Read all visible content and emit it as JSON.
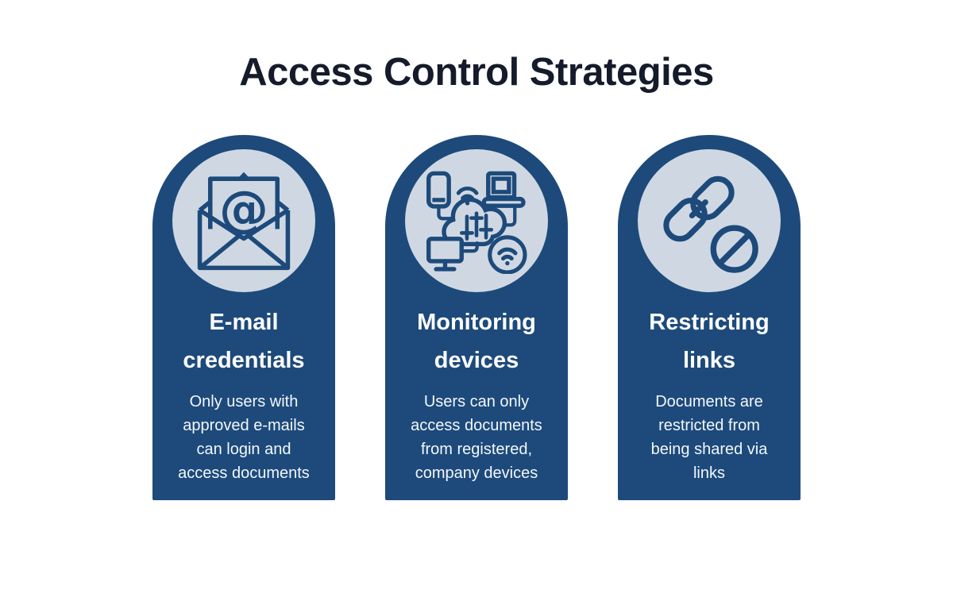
{
  "title": "Access Control Strategies",
  "colors": {
    "page_bg": "#ffffff",
    "card_bg": "#1d4a7b",
    "circle_bg": "#cfd8e2",
    "title_color": "#161b2b",
    "heading_color": "#ffffff",
    "body_color": "#f4f7fa"
  },
  "cards": [
    {
      "icon": "open-envelope-at-icon",
      "heading": "E-mail\ncredentials",
      "description": "Only users with\napproved e-mails\ncan login and\naccess documents"
    },
    {
      "icon": "devices-cloud-monitoring-icon",
      "heading": "Monitoring\ndevices",
      "description": "Users can only\naccess documents\nfrom registered,\ncompany devices"
    },
    {
      "icon": "restricted-link-icon",
      "heading": "Restricting\nlinks",
      "description": "Documents are\nrestricted from\nbeing shared via\nlinks"
    }
  ]
}
